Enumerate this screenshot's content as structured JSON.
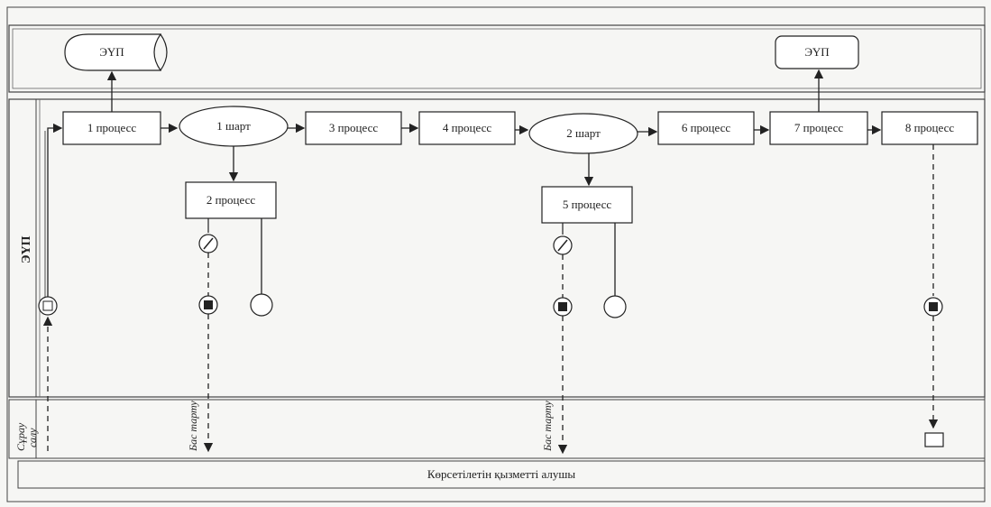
{
  "top_lane": {
    "eup_left": "ЭҮП",
    "eup_right": "ЭҮП"
  },
  "lanes": {
    "middle_label": "ЭҮП",
    "bottom_label_line1": "Сұрау",
    "bottom_label_line2": "салу"
  },
  "nodes": {
    "p1": "1 процесс",
    "c1": "1 шарт",
    "p3": "3 процесс",
    "p4": "4 процесс",
    "c2": "2 шарт",
    "p6": "6 процесс",
    "p7": "7 процесс",
    "p8": "8 процесс",
    "p2": "2 процесс",
    "p5": "5 процесс"
  },
  "edge_labels": {
    "refuse1": "Бас тарту",
    "refuse2": "Бас тарту"
  },
  "footer": {
    "recipient": "Көрсетілетін қызметті алушы"
  },
  "colors": {
    "stroke": "#222222",
    "fill": "#ffffff",
    "background": "#f6f6f4"
  }
}
